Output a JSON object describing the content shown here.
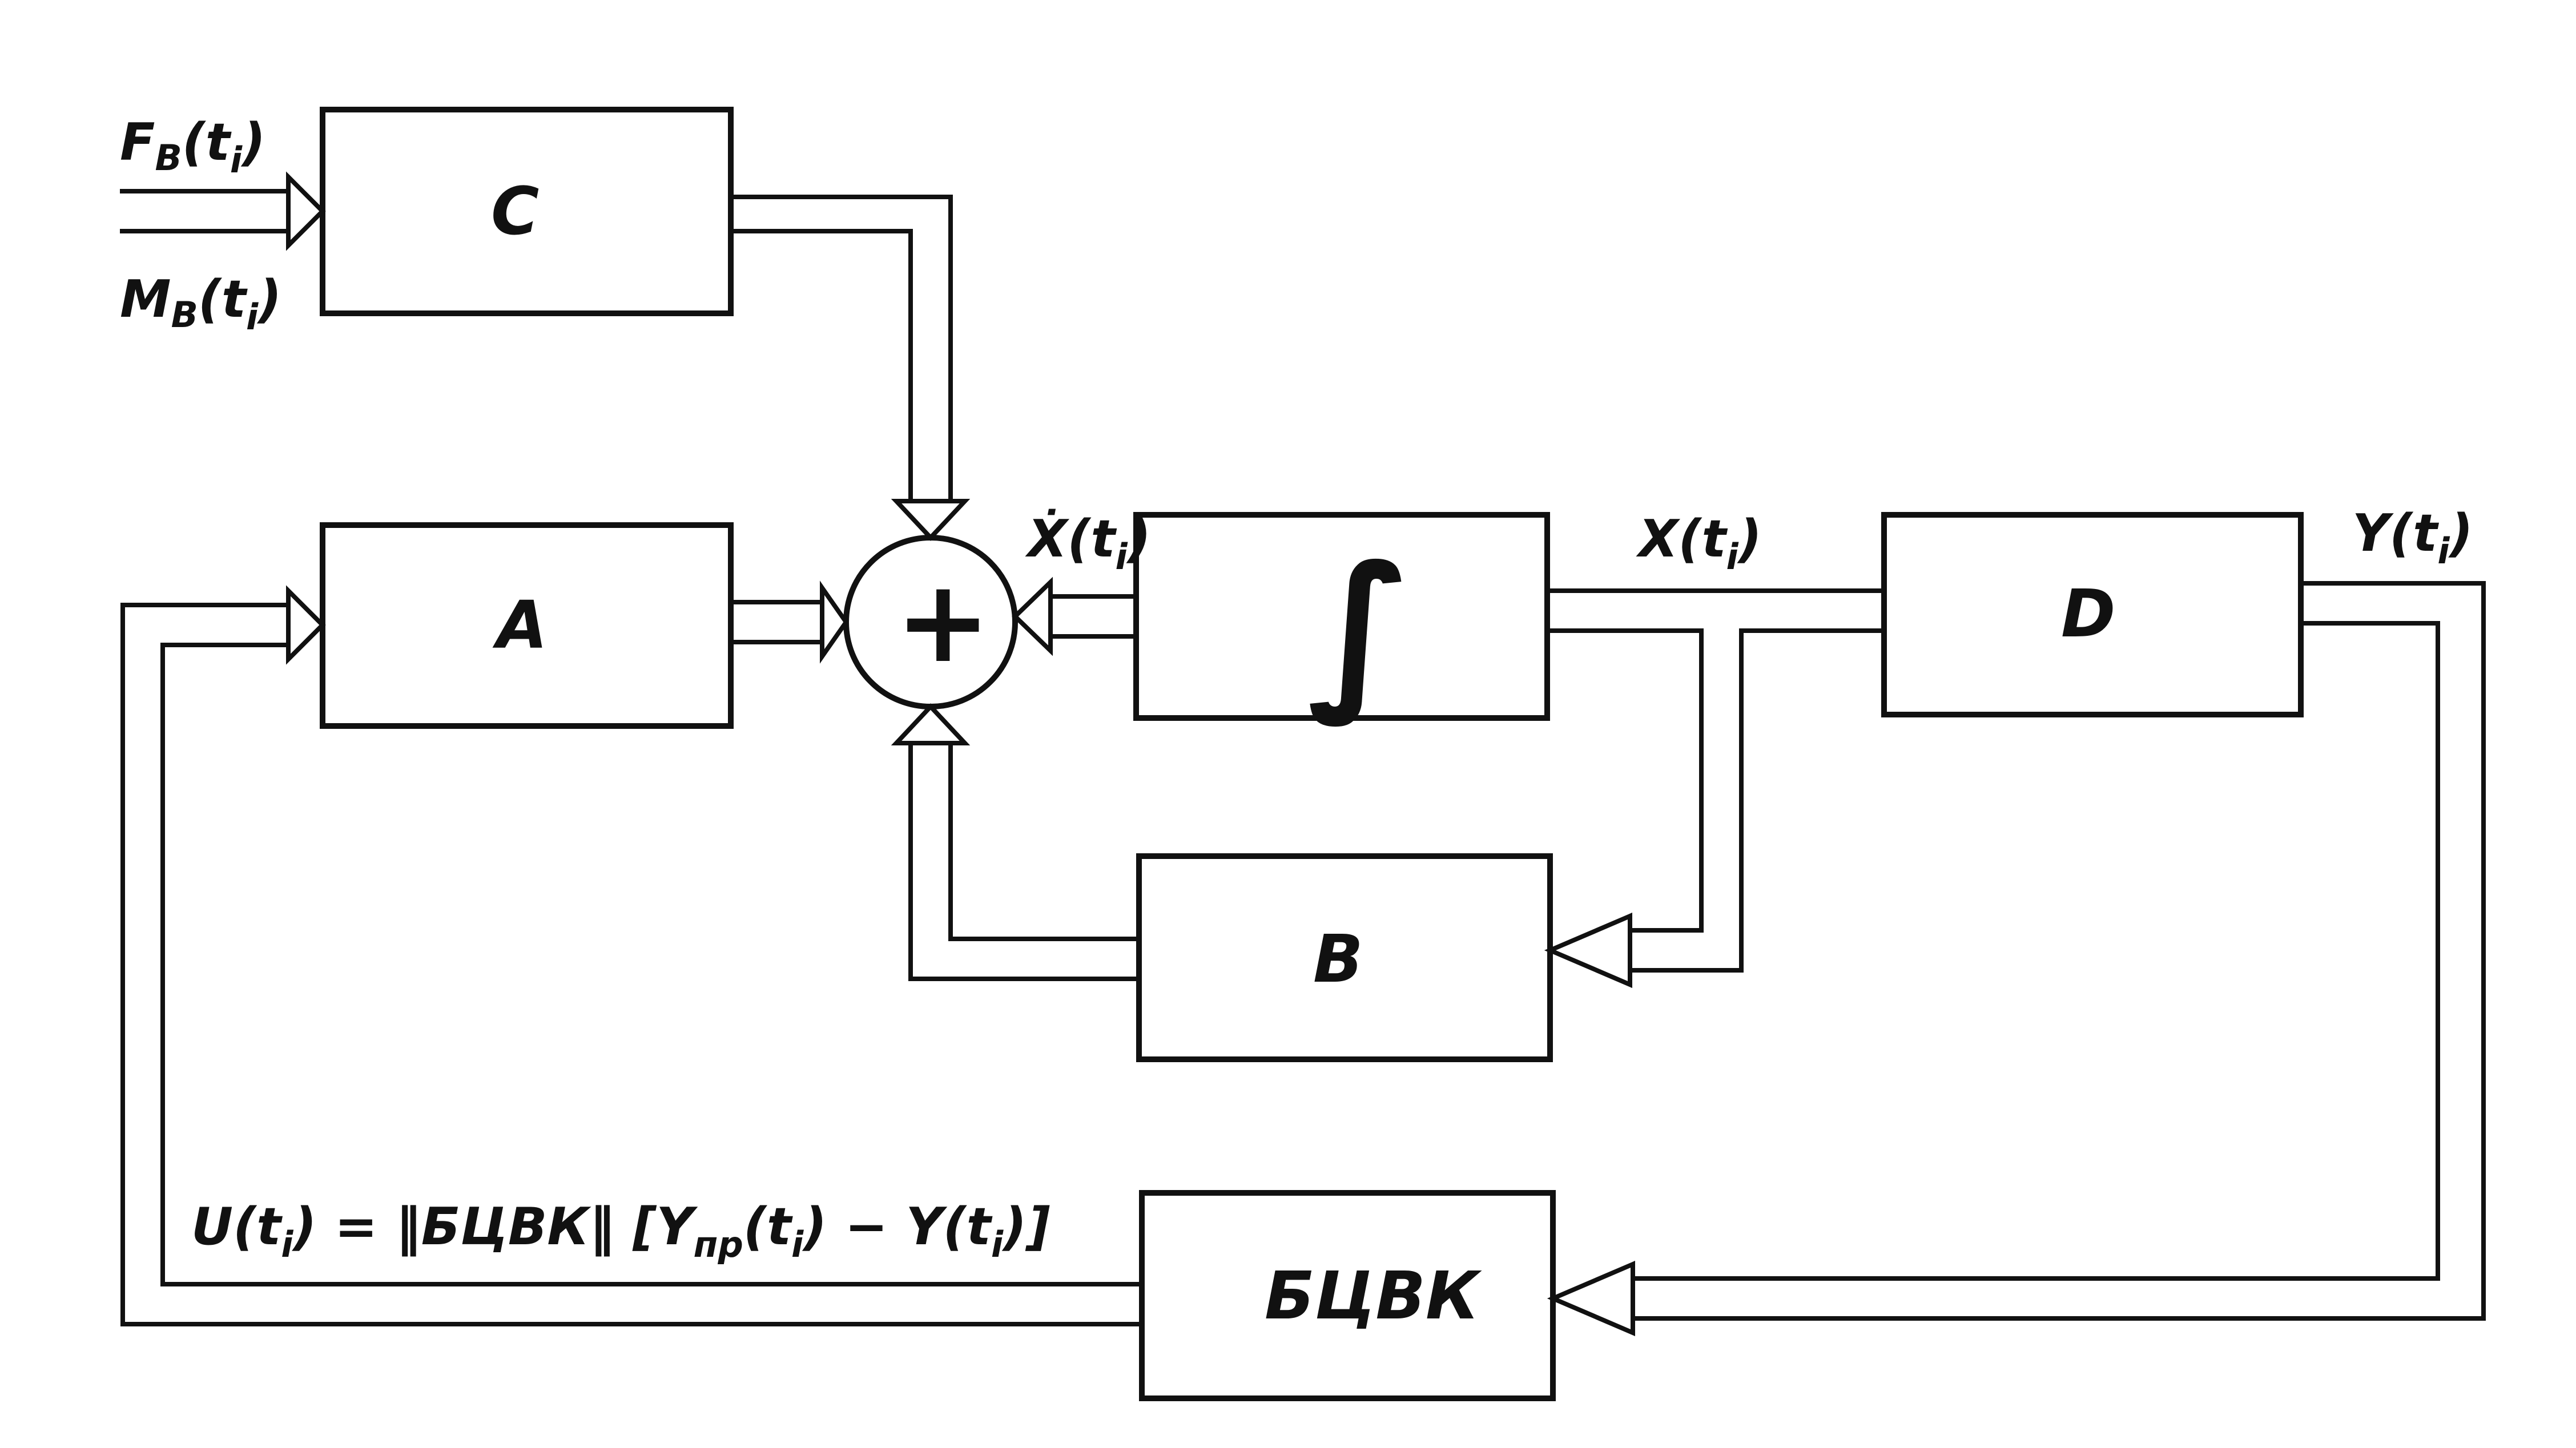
{
  "blocks": {
    "c": "C",
    "a": "A",
    "integrator": "∫",
    "b": "B",
    "d": "D",
    "bcvk": "БЦВК"
  },
  "summator": "+",
  "signals": {
    "fb": {
      "main": "F",
      "sub": "B",
      "arg": "(t",
      "arg_sub": "i",
      "close": ")"
    },
    "mb": {
      "main": "M",
      "sub": "B",
      "arg": "(t",
      "arg_sub": "i",
      "close": ")"
    },
    "xdot": {
      "main": "Ẋ(t",
      "sub": "i",
      "close": ")"
    },
    "x": {
      "main": "X(t",
      "sub": "i",
      "close": ")"
    },
    "y": {
      "main": "Y(t",
      "sub": "i",
      "close": ")"
    },
    "u": {
      "part1": "U(t",
      "sub1": "i",
      "part2": ") = ‖БЦВК‖ [Y",
      "sub2": "пр",
      "part3": "(t",
      "sub3": "i",
      "part4": ") − Y(t",
      "sub4": "i",
      "part5": ")]"
    }
  }
}
